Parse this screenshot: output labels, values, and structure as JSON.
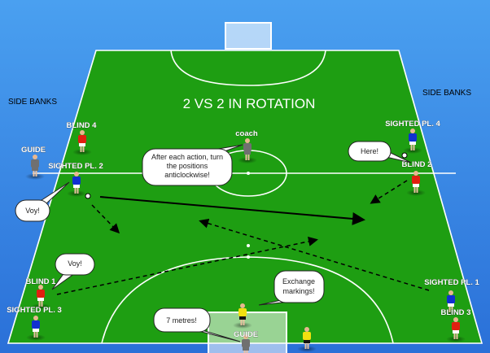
{
  "title": "2 VS 2 IN ROTATION",
  "side_banks_left": "SIDE BANKS",
  "side_banks_right": "SIDE BANKS",
  "labels": {
    "blind4": "BLIND 4",
    "guide_left": "GUIDE",
    "sighted2": "SIGHTED PL. 2",
    "coach": "coach",
    "sighted4": "SIGHTED PL. 4",
    "blind2": "BLIND 2",
    "blind1": "BLIND 1",
    "sighted3": "SIGHTED PL. 3",
    "sighted1": "SIGHTED PL. 1",
    "blind3": "BLIND 3",
    "guide_bottom": "GUIDE"
  },
  "bubbles": {
    "coach_line1": "After each action, turn",
    "coach_line2": "the positions",
    "coach_line3": "anticlockwise!",
    "here": "Here!",
    "voy_left": "Voy!",
    "voy_bottom": "Voy!",
    "exchange_line1": "Exchange",
    "exchange_line2": "markings!",
    "seven": "7 metres!"
  },
  "colors": {
    "pitch": "#1e9e12",
    "bank": "#2f7fe0",
    "blind": "#e02010",
    "sighted": "#1030d0",
    "guide": "#707070",
    "keeper": "#f0e010"
  }
}
